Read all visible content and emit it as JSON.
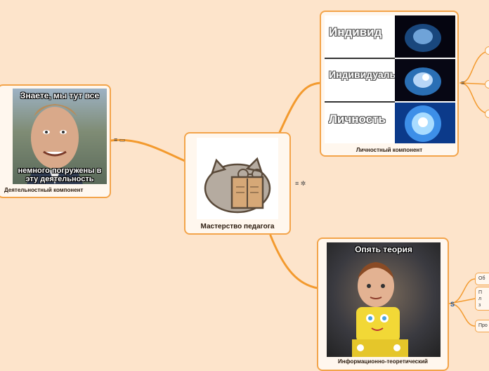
{
  "central": {
    "label": "Мастерство педагога"
  },
  "nodes": {
    "personal": {
      "label": "Личностный компонент",
      "meme": [
        "Индивид",
        "Индивидуальность",
        "Личность"
      ]
    },
    "activity": {
      "label": "Деятельностный компонент",
      "meme_top": "Знаете, мы тут все",
      "meme_bottom": "немного погружены в эту деятельность"
    },
    "info": {
      "label": "Информационно-теоретический",
      "meme_top": "Опять теория"
    }
  },
  "subnodes": {
    "info_items": [
      "Об",
      "П\nл\nз",
      "Про"
    ]
  },
  "toggles": {
    "collapse_glyph": "≡",
    "s_glyph": "S"
  },
  "colors": {
    "background": "#fde4cb",
    "branch": "#f39a2e",
    "node_border": "#f3a44a"
  }
}
